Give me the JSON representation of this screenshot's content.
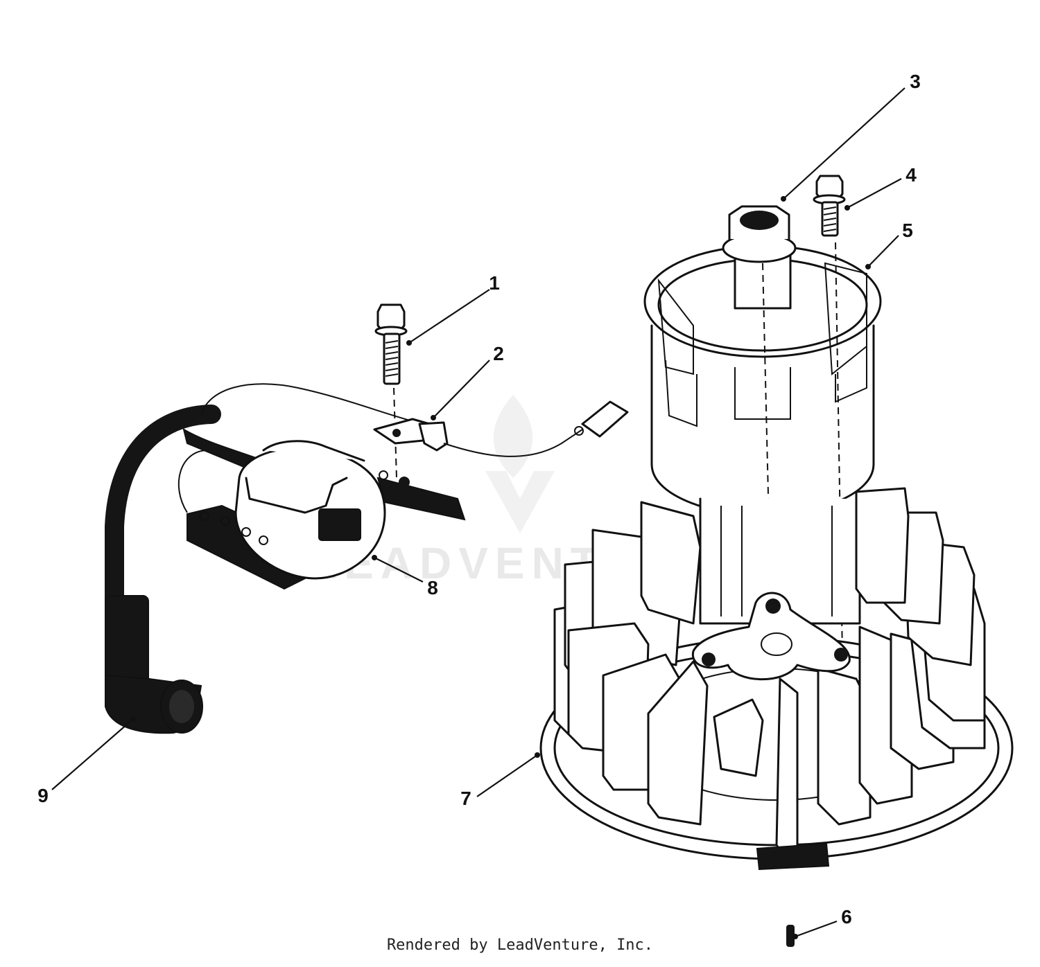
{
  "watermark": {
    "text": "LEADVENTURE"
  },
  "callouts": [
    "1",
    "2",
    "3",
    "4",
    "5",
    "6",
    "7",
    "8",
    "9"
  ],
  "footer": {
    "text": "Rendered by LeadVenture, Inc."
  }
}
